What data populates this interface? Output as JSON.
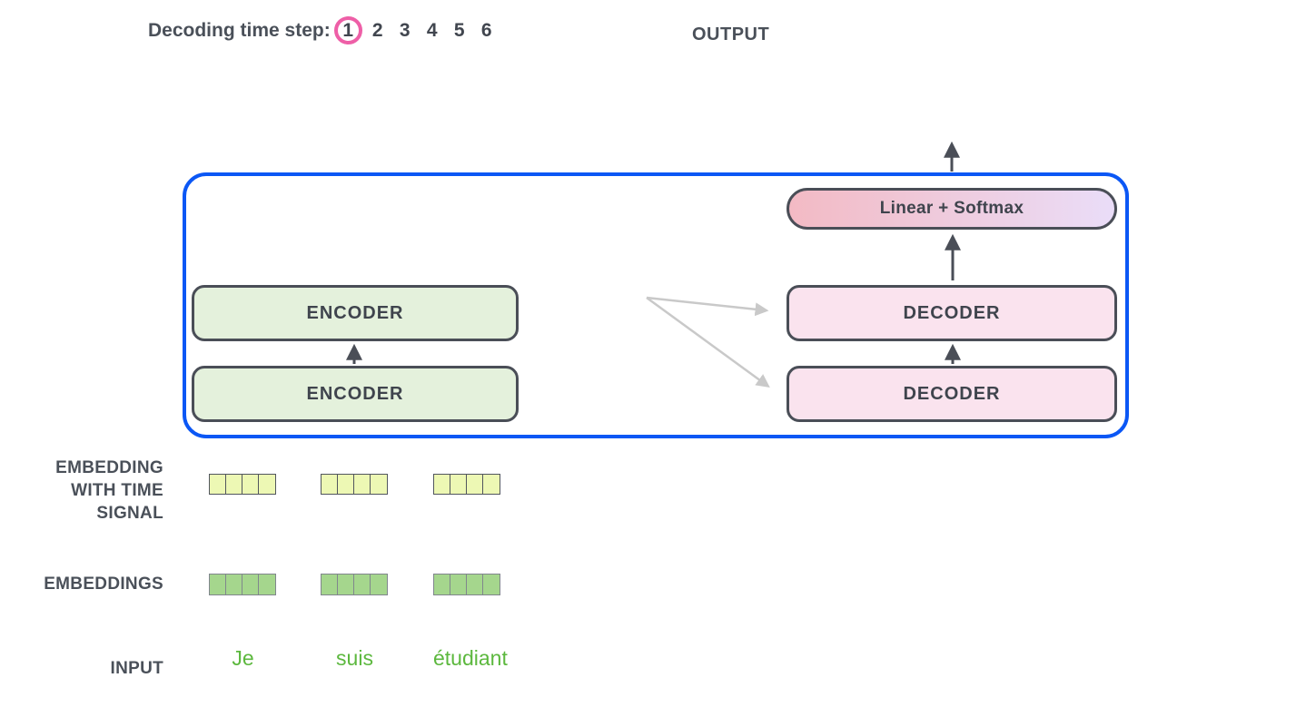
{
  "header": {
    "decoding_time_step_label": "Decoding time step:",
    "steps": [
      "1",
      "2",
      "3",
      "4",
      "5",
      "6"
    ],
    "selected_step": "1",
    "output_label": "OUTPUT"
  },
  "model": {
    "encoders": [
      "ENCODER",
      "ENCODER"
    ],
    "decoders": [
      "DECODER",
      "DECODER"
    ],
    "linear_softmax": "Linear + Softmax"
  },
  "row_labels": {
    "embedding_with_time_signal_lines": [
      "EMBEDDING",
      "WITH TIME",
      "SIGNAL"
    ],
    "embeddings": "EMBEDDINGS",
    "input": "INPUT"
  },
  "input_words": [
    "Je",
    "suis",
    "étudiant"
  ],
  "embedding_cells": {
    "groups": 3,
    "cells_per_group": 4
  },
  "colors": {
    "frame_blue": "#0b57f5",
    "step_circle_pink": "#ee5fa7",
    "encoder_fill": "#e4f1dc",
    "decoder_fill": "#fae3ee",
    "linear_softmax_gradient_left": "#f3bac4",
    "linear_softmax_gradient_right": "#eaddf8",
    "time_signal_cell_yellow": "#edf8b4",
    "embedding_cell_green": "#a5d68d",
    "input_word_green": "#5cb83e",
    "box_border_dark": "#4a4e57",
    "attention_arrow_gray": "#c9c9c9",
    "text_dark": "#4a5059"
  }
}
